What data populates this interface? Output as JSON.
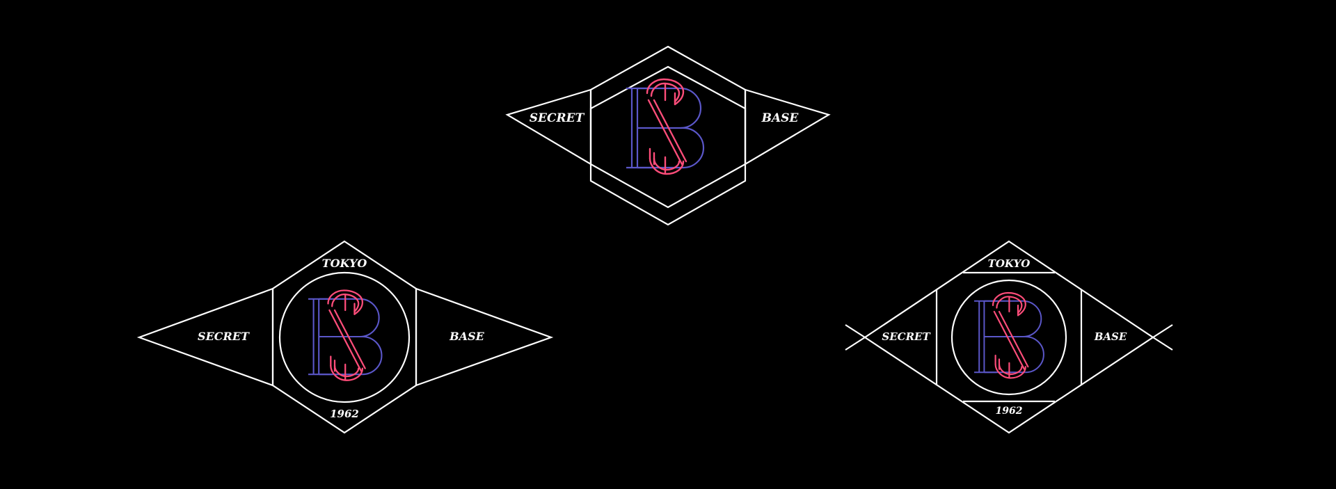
{
  "colors": {
    "background": "#000000",
    "line": "#ffffff",
    "monogram_b": "#5b57c9",
    "monogram_s": "#ff4d7a"
  },
  "badges": [
    {
      "left": "SECRET",
      "right": "BASE"
    },
    {
      "left": "SECRET",
      "right": "BASE",
      "top": "TOKYO",
      "bottom": "1962"
    },
    {
      "left": "SECRET",
      "right": "BASE",
      "top": "TOKYO",
      "bottom": "1962"
    }
  ],
  "icons": [
    "sb-monogram-icon"
  ]
}
